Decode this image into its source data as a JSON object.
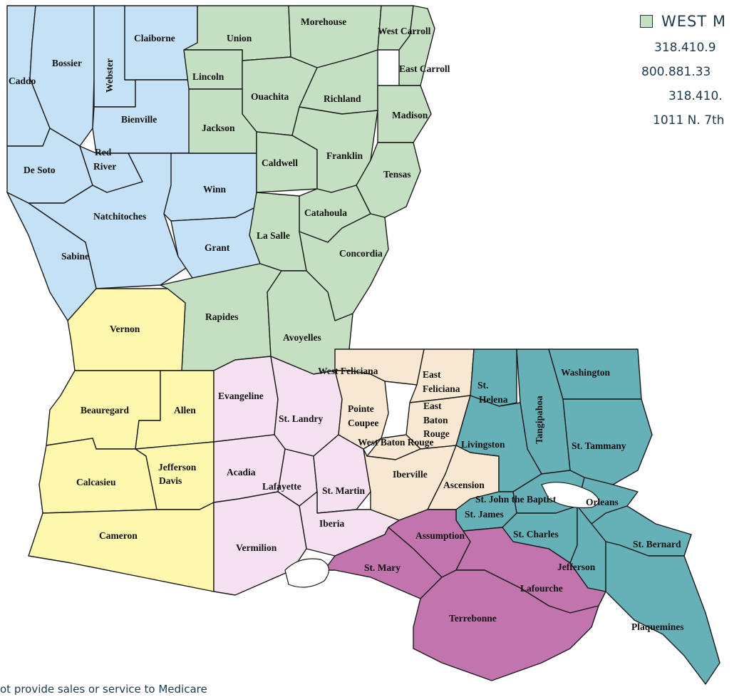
{
  "colors": {
    "northwest": "#c4e1f5",
    "northeast": "#c5dfc2",
    "southwest": "#fdf8ae",
    "acadiana": "#f5e1ef",
    "capital": "#f8e8d2",
    "southeast": "#66b0b8",
    "bayou": "#c174ad",
    "water": "#ffffff",
    "border": "#1a1a1a"
  },
  "legend": {
    "region_label": "WEST M",
    "lines": [
      "318.410.9",
      "800.881.33",
      "318.410.",
      "1011 N. 7th"
    ]
  },
  "footer": {
    "text": "ot provide sales or service to Medicare"
  },
  "parishes": {
    "caddo": "Caddo",
    "bossier": "Bossier",
    "webster": "Webster",
    "claiborne": "Claiborne",
    "bienville": "Bienville",
    "desoto": "De Soto",
    "red_river": [
      "Red",
      "River"
    ],
    "natchitoches": "Natchitoches",
    "sabine": "Sabine",
    "winn": "Winn",
    "grant": "Grant",
    "union": "Union",
    "morehouse": "Morehouse",
    "west_carroll": "West Carroll",
    "east_carroll": "East Carroll",
    "lincoln": "Lincoln",
    "ouachita": "Ouachita",
    "richland": "Richland",
    "madison": "Madison",
    "jackson": "Jackson",
    "caldwell": "Caldwell",
    "franklin": "Franklin",
    "tensas": "Tensas",
    "catahoula": "Catahoula",
    "lasalle": "La Salle",
    "concordia": "Concordia",
    "rapides": "Rapides",
    "avoyelles": "Avoyelles",
    "vernon": "Vernon",
    "beauregard": "Beauregard",
    "allen": "Allen",
    "calcasieu": "Calcasieu",
    "jefferson_davis": [
      "Jefferson",
      "Davis"
    ],
    "cameron": "Cameron",
    "evangeline": "Evangeline",
    "st_landry": "St. Landry",
    "acadia": "Acadia",
    "lafayette": "Lafayette",
    "st_martin": "St. Martin",
    "iberia": "Iberia",
    "vermilion": "Vermilion",
    "west_feliciana": "West Feliciana",
    "east_feliciana": [
      "East",
      "Feliciana"
    ],
    "pointe_coupee": [
      "Pointe",
      "Coupee"
    ],
    "east_baton_rouge": [
      "East",
      "Baton",
      "Rouge"
    ],
    "west_baton_rouge": "West Baton Rouge",
    "iberville": "Iberville",
    "ascension": "Ascension",
    "st_helena": [
      "St.",
      "Helena"
    ],
    "tangipahoa": "Tangipahoa",
    "washington": "Washington",
    "livingston": "Livingston",
    "st_tammany": "St. Tammany",
    "st_john": "St. John the Baptist",
    "st_james": "St. James",
    "orleans": "Orleans",
    "st_charles": "St. Charles",
    "st_bernard": "St. Bernard",
    "jefferson": "Jefferson",
    "plaquemines": "Plaquemines",
    "assumption": "Assumption",
    "st_mary": "St. Mary",
    "lafourche": "Lafourche",
    "terrebonne": "Terrebonne"
  }
}
